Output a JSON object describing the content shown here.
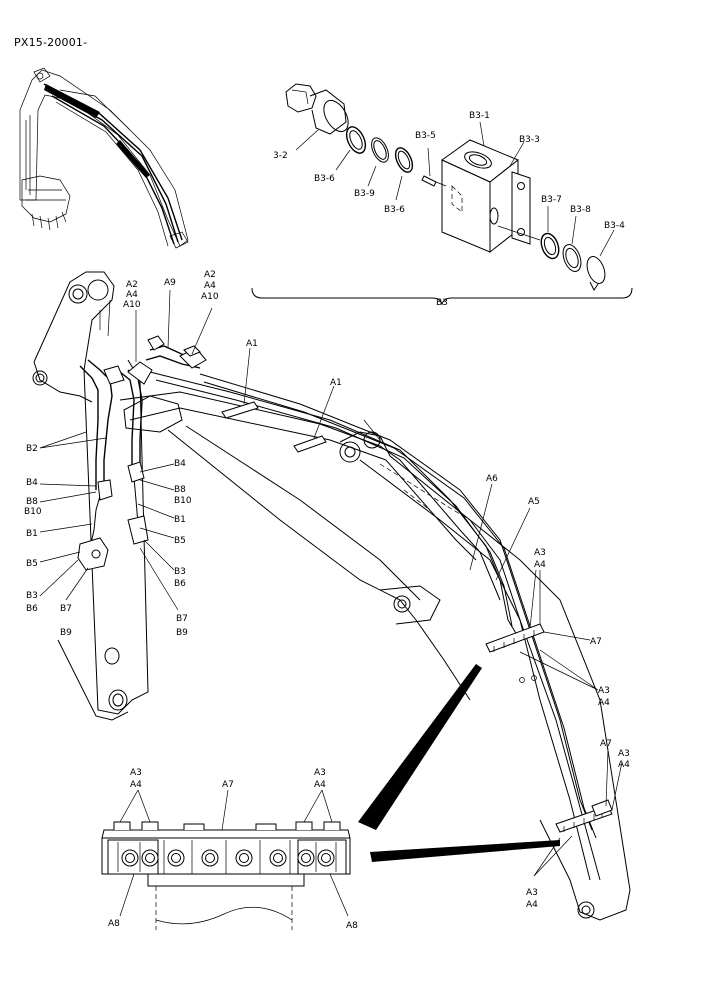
{
  "document": {
    "id": "PX15-20001-"
  },
  "callouts": {
    "c_32": "3-2",
    "c_b36a": "B3-6",
    "c_b39": "B3-9",
    "c_b36b": "B3-6",
    "c_b35": "B3-5",
    "c_b31": "B3-1",
    "c_b33": "B3-3",
    "c_b37": "B3-7",
    "c_b38": "B3-8",
    "c_b34": "B3-4",
    "c_b3": "B3",
    "c_a2": "A2",
    "c_a4a": "A4",
    "c_a10a": "A10",
    "c_a9": "A9",
    "c_a2b": "A2",
    "c_a4b": "A4",
    "c_a10b": "A10",
    "c_a1a": "A1",
    "c_a1b": "A1",
    "c_b2": "B2",
    "c_b4l": "B4",
    "c_b8l": "B8",
    "c_b10l": "B10",
    "c_b1l": "B1",
    "c_b5l": "B5",
    "c_b3l": "B3",
    "c_b6l": "B6",
    "c_b7l": "B7",
    "c_b9l": "B9",
    "c_b4r": "B4",
    "c_b8r": "B8",
    "c_b10r": "B10",
    "c_b1r": "B1",
    "c_b5r": "B5",
    "c_b3r": "B3",
    "c_b6r": "B6",
    "c_b7r": "B7",
    "c_b9r": "B9",
    "c_a6": "A6",
    "c_a5": "A5",
    "c_a3a": "A3",
    "c_a4c": "A4",
    "c_a7a": "A7",
    "c_a3b": "A3",
    "c_a4d": "A4",
    "c_a7b": "A7",
    "c_a3c": "A3",
    "c_a4e": "A4",
    "c_a3d": "A3",
    "c_a4f": "A4",
    "c_a3e": "A3",
    "c_a4g": "A4",
    "c_a7c": "A7",
    "c_a3f": "A3",
    "c_a4h": "A4",
    "c_a8a": "A8",
    "c_a8b": "A8"
  }
}
